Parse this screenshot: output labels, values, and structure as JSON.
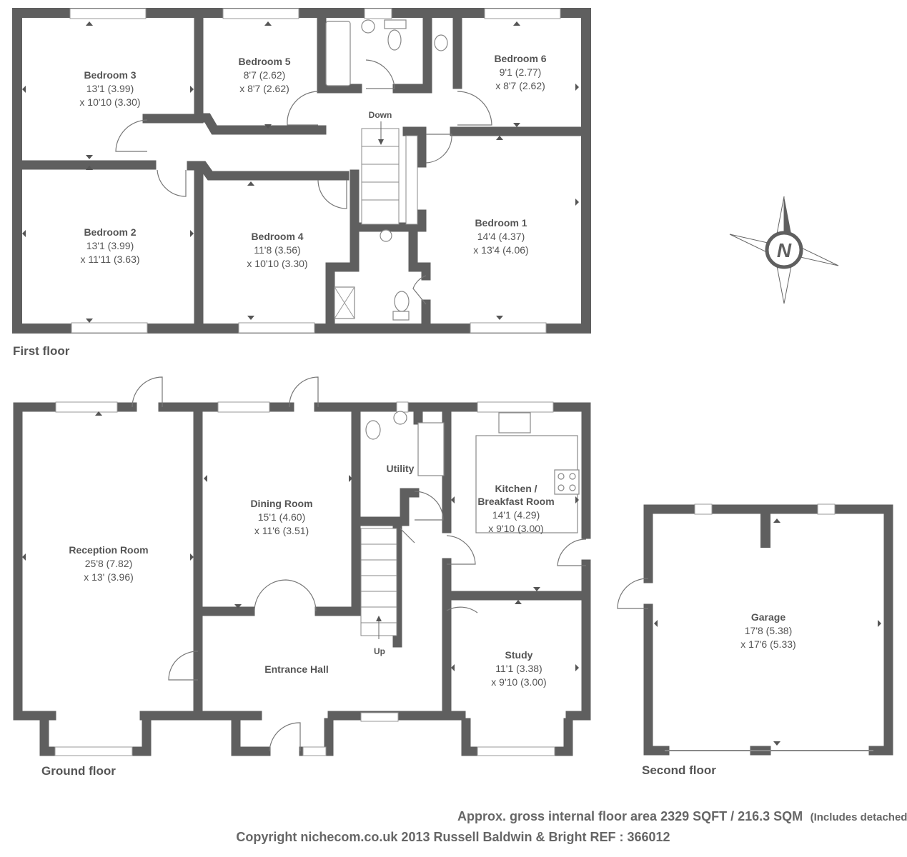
{
  "first_floor": {
    "label": "First floor",
    "stairs_label": "Down",
    "rooms": [
      {
        "name": "Bedroom 3",
        "dim1": "13'1 (3.99)",
        "dim2": "x 10'10 (3.30)"
      },
      {
        "name": "Bedroom 5",
        "dim1": "8'7 (2.62)",
        "dim2": "x 8'7 (2.62)"
      },
      {
        "name": "Bedroom 6",
        "dim1": "9'1 (2.77)",
        "dim2": "x 8'7 (2.62)"
      },
      {
        "name": "Bedroom 2",
        "dim1": "13'1 (3.99)",
        "dim2": "x 11'11 (3.63)"
      },
      {
        "name": "Bedroom 4",
        "dim1": "11'8 (3.56)",
        "dim2": "x 10'10 (3.30)"
      },
      {
        "name": "Bedroom 1",
        "dim1": "14'4 (4.37)",
        "dim2": "x 13'4 (4.06)"
      }
    ]
  },
  "ground_floor": {
    "label": "Ground floor",
    "stairs_label": "Up",
    "rooms": [
      {
        "name": "Reception Room",
        "dim1": "25'8 (7.82)",
        "dim2": "x 13' (3.96)"
      },
      {
        "name": "Dining Room",
        "dim1": "15'1 (4.60)",
        "dim2": "x 11'6 (3.51)"
      },
      {
        "name": "Utility"
      },
      {
        "name": "Kitchen /",
        "name2": "Breakfast Room",
        "dim1": "14'1 (4.29)",
        "dim2": "x 9'10 (3.00)"
      },
      {
        "name": "Entrance Hall"
      },
      {
        "name": "Study",
        "dim1": "11'1 (3.38)",
        "dim2": "x 9'10 (3.00)"
      }
    ]
  },
  "second_floor": {
    "label": "Second floor",
    "rooms": [
      {
        "name": "Garage",
        "dim1": "17'8 (5.38)",
        "dim2": "x 17'6 (5.33)"
      }
    ]
  },
  "compass": {
    "letter": "N"
  },
  "footer": {
    "area": "Approx. gross internal floor area 2329 SQFT / 216.3 SQM",
    "note": "(Includes detached grarage)",
    "copyright": "Copyright nichecom.co.uk 2013 Russell Baldwin & Bright REF : 366012"
  }
}
